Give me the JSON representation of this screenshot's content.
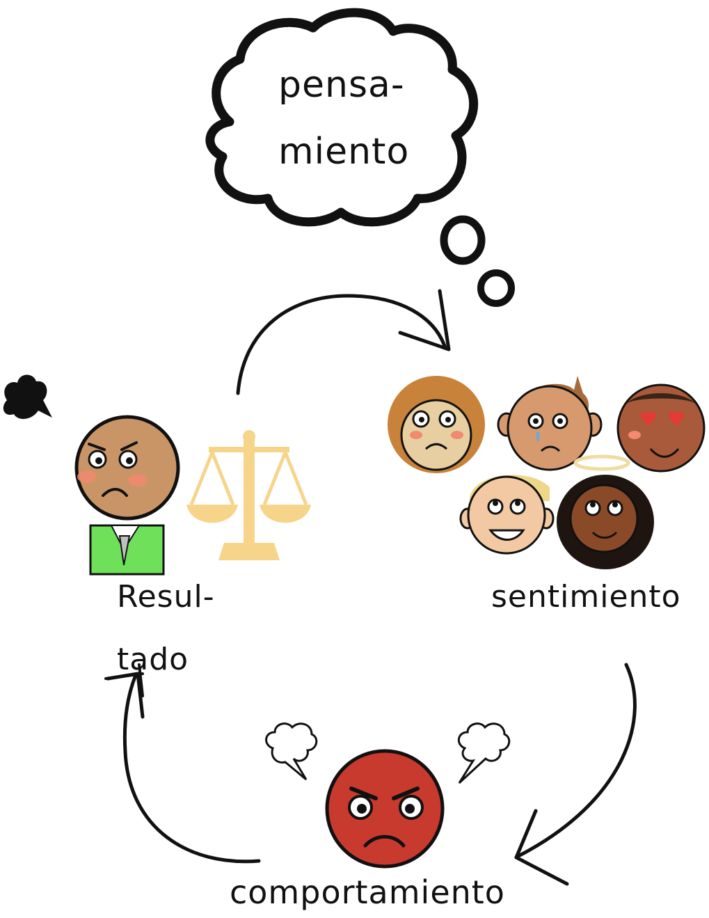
{
  "labels": {
    "thought_line1": "pensa-",
    "thought_line2": "miento",
    "feeling": "sentimiento",
    "result_line1": "Resul-",
    "result_line2": "tado",
    "behavior": "comportamiento"
  },
  "colors": {
    "ink": "#111111",
    "angry_face": "#c83a2e",
    "scale_gold": "#f6d58a",
    "jacket_green": "#6fe05a",
    "blush": "#f08a70"
  }
}
